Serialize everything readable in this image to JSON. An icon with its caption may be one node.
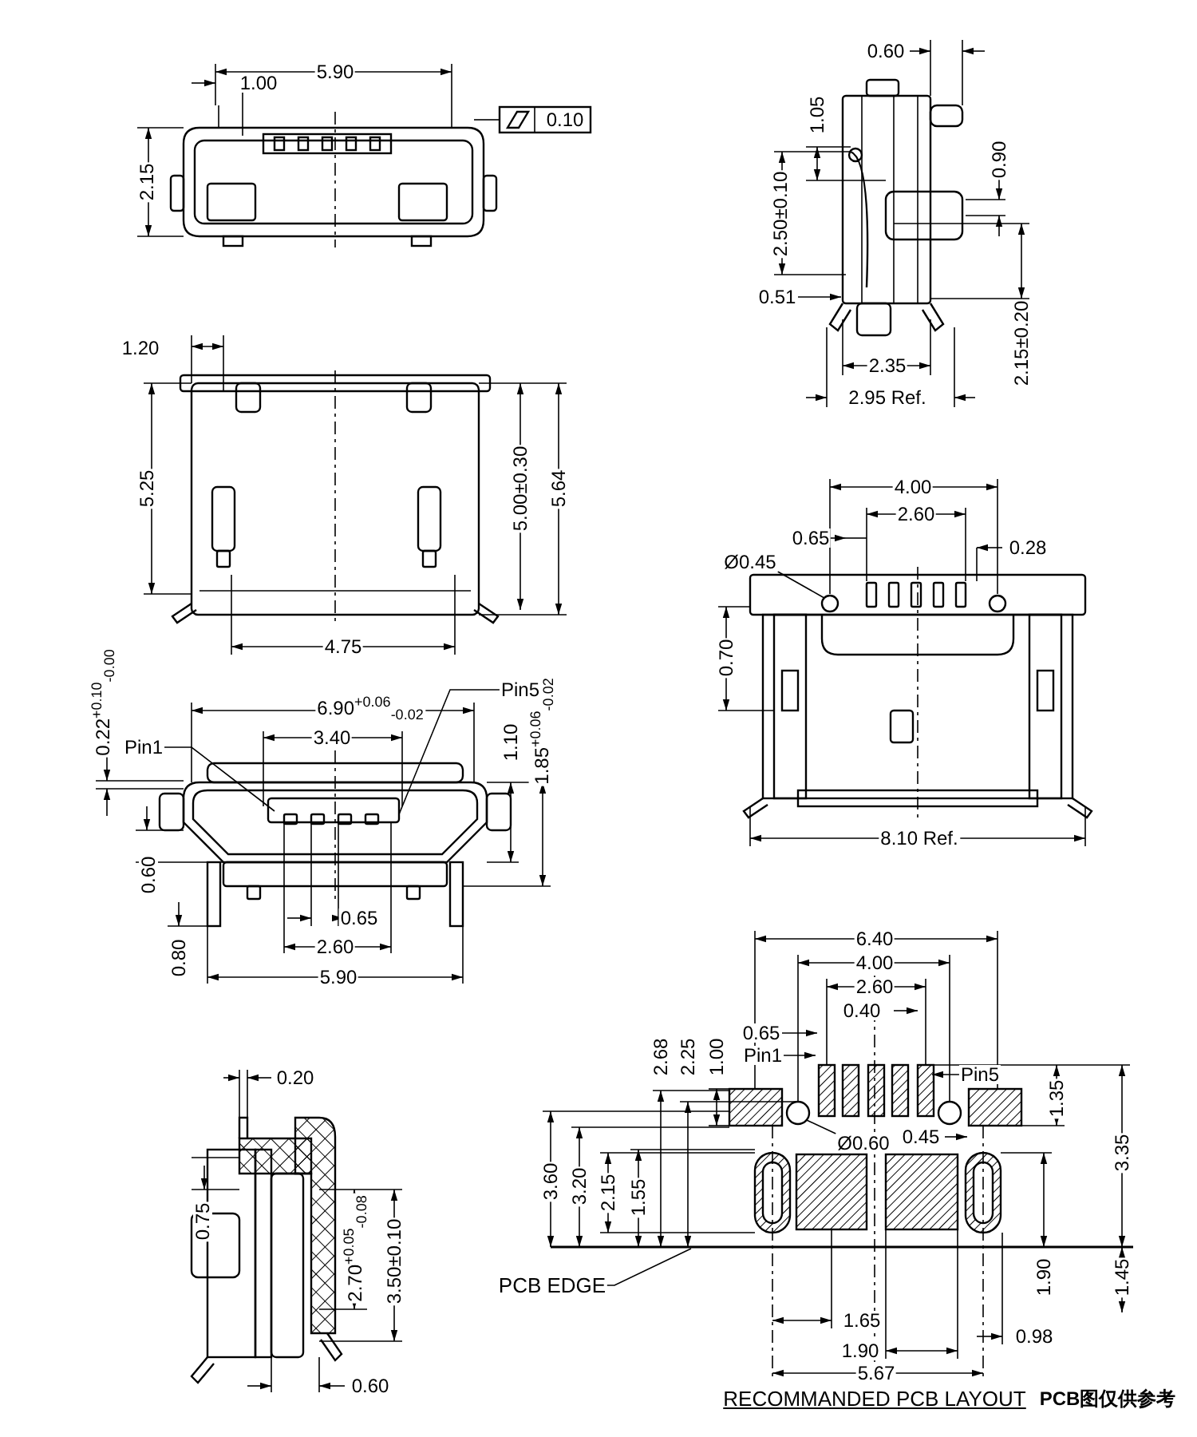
{
  "diagram": {
    "caption": "RECOMMANDED PCB LAYOUT",
    "nodes": [
      {
        "text": [
          "Pin1"
        ]
      },
      {
        "text": [
          "Pin5"
        ]
      },
      {
        "text": [
          "Ø0.45"
        ]
      },
      {
        "text": [
          "Pin1"
        ]
      },
      {
        "text": [
          "Pin5"
        ]
      },
      {
        "text": [
          "Ø0.60"
        ]
      },
      {
        "text": [
          "PCB EDGE"
        ]
      },
      {
        "text": [],
        "shape": "circle"
      },
      {
        "text": [],
        "shape": "circle"
      }
    ],
    "edges": [
      {
        "from": 0,
        "to": null,
        "arrow": "none"
      },
      {
        "from": 1,
        "to": null,
        "arrow": "none"
      },
      {
        "from": 2,
        "to": 7,
        "arrow": "none"
      },
      {
        "from": 3,
        "to": null,
        "arrow": "to"
      },
      {
        "from": 4,
        "to": null,
        "arrow": "to"
      },
      {
        "from": 5,
        "to": 8,
        "arrow": "none"
      },
      {
        "from": 6,
        "to": null,
        "arrow": "none"
      }
    ],
    "labels": [
      "5.90",
      "1.00",
      "0.10",
      "2.15",
      "0.60",
      "1.05",
      "2.50±0.10",
      "0.90",
      "0.51",
      "2.35",
      "2.95 Ref.",
      "2.15±0.20",
      "1.20",
      "5.25",
      "5.00±0.30",
      "5.64",
      "4.75",
      "4.00",
      "2.60",
      "0.65",
      "0.28",
      "0.70",
      "8.10 Ref.",
      "6.90$^{+0.06}$$_{-0.02}$",
      "3.40",
      "0.22$^{+0.10}$$_{-0.00}$",
      "1.10",
      "1.85$^{+0.06}$$_{-0.02}$",
      "0.60",
      "0.65",
      "2.60",
      "0.80",
      "5.90",
      "0.20",
      "0.75",
      "2.70$^{+0.05}$$_{-0.08}$",
      "3.50±0.10",
      "0.60",
      "6.40",
      "4.00",
      "2.60",
      "0.40",
      "0.65",
      "2.68",
      "2.25",
      "1.00",
      "0.45",
      "3.35",
      "1.35",
      "3.60",
      "3.20",
      "2.15",
      "1.55",
      "1.90",
      "1.45",
      "1.65",
      "0.98",
      "1.90",
      "5.67",
      "PCB图仅供参考"
    ]
  }
}
